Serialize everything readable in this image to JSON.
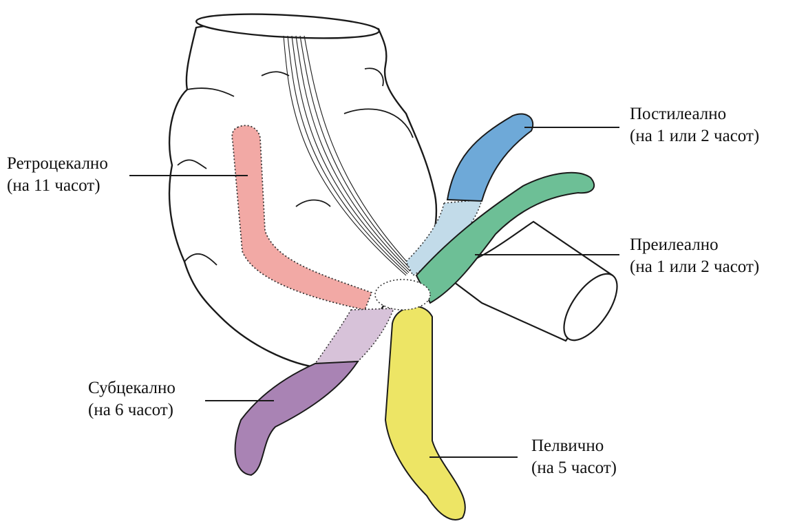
{
  "labels": {
    "retrocecal": {
      "name": "Ретроцекално",
      "freq": "(на 11 часот)"
    },
    "postileal": {
      "name": "Постилеално",
      "freq": "(на 1 или 2 часот)"
    },
    "preileal": {
      "name": "Преилеално",
      "freq": "(на 1 или 2 часот)"
    },
    "subcecal": {
      "name": "Субцекално",
      "freq": "(на 6 часот)"
    },
    "pelvic": {
      "name": "Пелвично",
      "freq": "(на 5 часот)"
    }
  },
  "colors": {
    "retrocecal": "#f2a9a5",
    "postileal": "#6ea9d8",
    "postileal_faded": "#c2dbe9",
    "preileal": "#6dbf96",
    "subcecal": "#a983b4",
    "subcecal_faded": "#d7c2d9",
    "pelvic": "#ede565",
    "outline": "#1a1a1a"
  }
}
